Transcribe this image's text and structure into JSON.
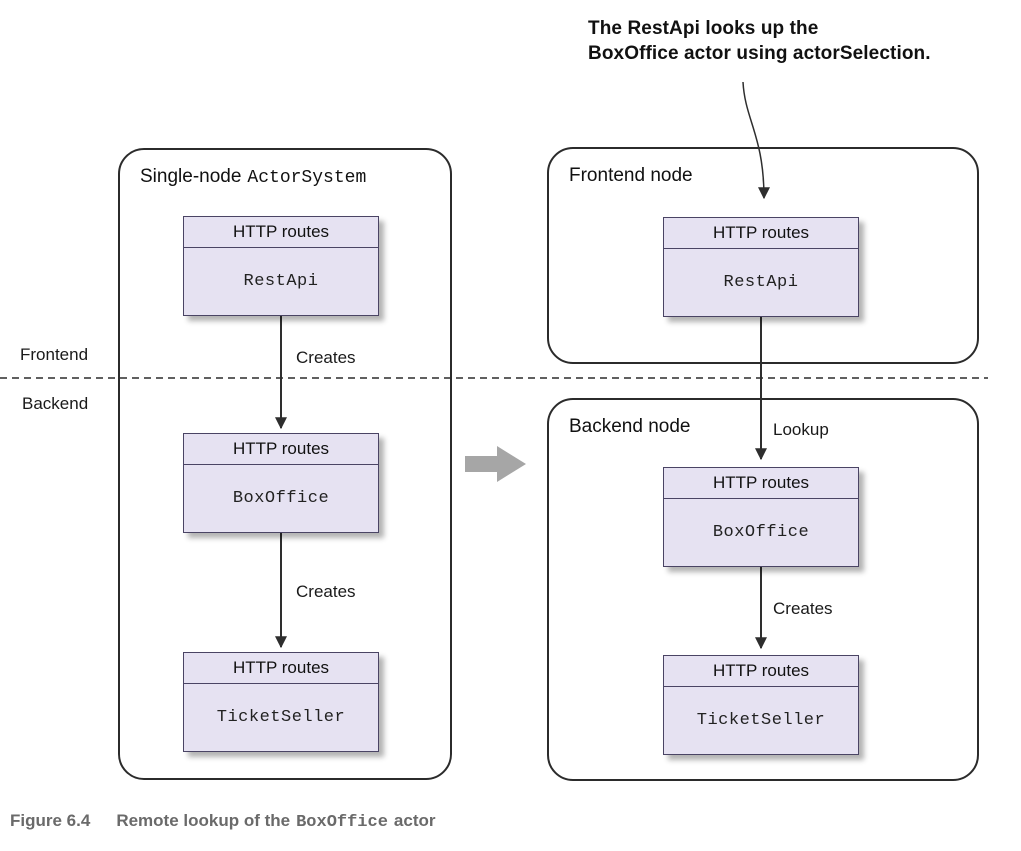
{
  "annotation": {
    "line1": "The RestApi looks up the",
    "line2": "BoxOffice actor using actorSelection."
  },
  "region_labels": {
    "frontend": "Frontend",
    "backend": "Backend"
  },
  "left_container": {
    "title_text": "Single-node",
    "title_code": "ActorSystem",
    "boxes": [
      {
        "header": "HTTP routes",
        "name": "RestApi"
      },
      {
        "header": "HTTP routes",
        "name": "BoxOffice"
      },
      {
        "header": "HTTP routes",
        "name": "TicketSeller"
      }
    ],
    "edge_labels": {
      "first": "Creates",
      "second": "Creates"
    }
  },
  "frontend_node": {
    "title": "Frontend node",
    "box": {
      "header": "HTTP routes",
      "name": "RestApi"
    }
  },
  "backend_node": {
    "title": "Backend node",
    "boxes": [
      {
        "header": "HTTP routes",
        "name": "BoxOffice"
      },
      {
        "header": "HTTP routes",
        "name": "TicketSeller"
      }
    ],
    "edge_labels": {
      "lookup": "Lookup",
      "creates": "Creates"
    }
  },
  "caption": {
    "figure": "Figure 6.4",
    "pre": "Remote lookup of the",
    "code": "BoxOffice",
    "post": "actor"
  },
  "icons": {
    "transform_arrow": "right-arrow",
    "flow_arrows": "down-arrow",
    "annotation_pointer": "curved-down-arrow"
  },
  "colors": {
    "box_fill": "#e6e2f2",
    "box_border": "#4a4464",
    "container_border": "#2b2b2b",
    "arrow": "#2e2e2e",
    "transform_arrow": "#a6a6a6",
    "caption_text": "#6a6a6a"
  }
}
